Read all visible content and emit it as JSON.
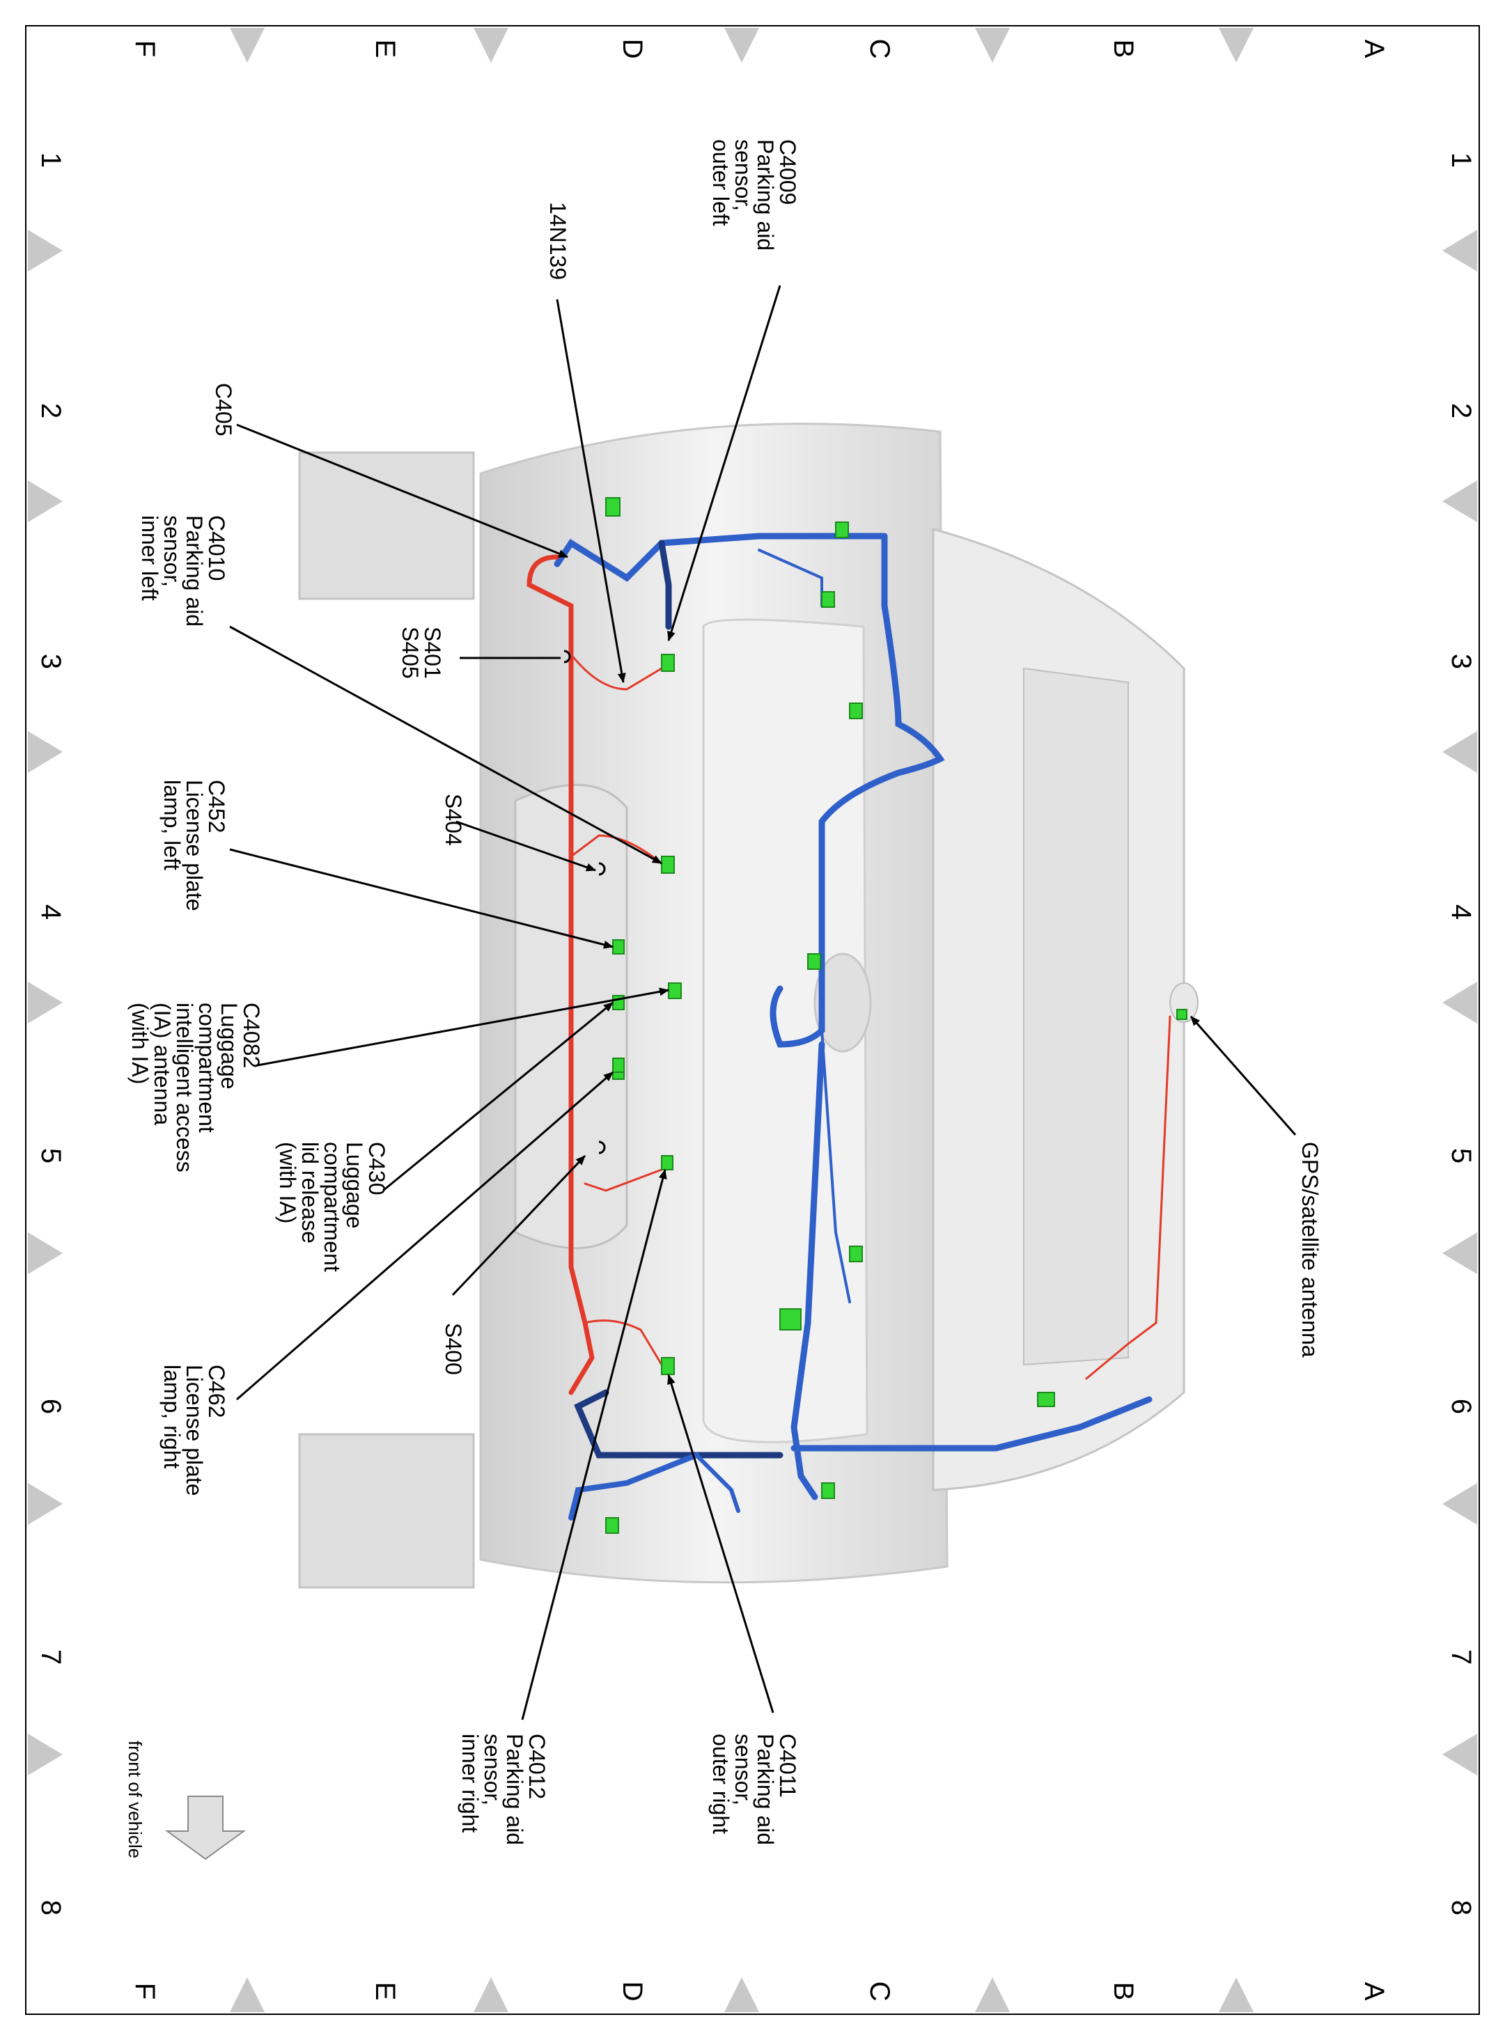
{
  "grid": {
    "rows": [
      "A",
      "B",
      "C",
      "D",
      "E",
      "F"
    ],
    "cols": [
      "1",
      "2",
      "3",
      "4",
      "5",
      "6",
      "7",
      "8"
    ]
  },
  "labels": {
    "gps": "GPS/satellite antenna",
    "c4009": [
      "C4009",
      "Parking aid",
      "sensor,",
      "outer left"
    ],
    "n14n139": "14N139",
    "c405": "C405",
    "s401": "S401",
    "s405": "S405",
    "c4010": [
      "C4010",
      "Parking aid",
      "sensor,",
      "inner left"
    ],
    "s404": "S404",
    "c452": [
      "C452",
      "License plate",
      "lamp, left"
    ],
    "c4082": [
      "C4082",
      "Luggage",
      "compartment",
      "intelligent access",
      "(IA) antenna",
      "(with IA)"
    ],
    "c430": [
      "C430",
      "Luggage",
      "compartment",
      "lid release",
      "(with IA)"
    ],
    "s400": "S400",
    "c462": [
      "C462",
      "License plate",
      "lamp, right"
    ],
    "c4011": [
      "C4011",
      "Parking aid",
      "sensor,",
      "outer right"
    ],
    "c4012": [
      "C4012",
      "Parking aid",
      "sensor,",
      "inner right"
    ],
    "front": "front of vehicle"
  },
  "colors": {
    "harness_blue": "#2f5fc8",
    "harness_dark": "#1e3a80",
    "harness_red": "#e23a2a",
    "connector_green": "#34d634",
    "body_gray": "#e6e6e6",
    "marker_gray": "#c8c8c8"
  }
}
